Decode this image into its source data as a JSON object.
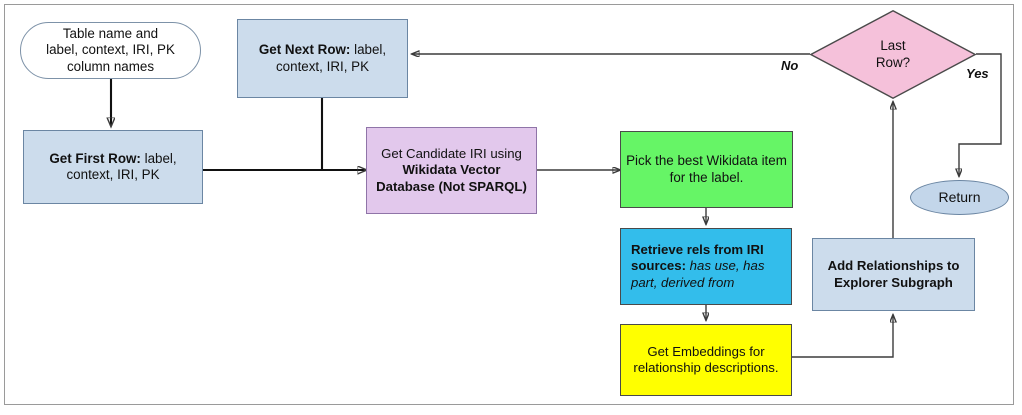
{
  "diagram": {
    "title": "Wikidata Row Processing Flowchart",
    "nodes": {
      "start": {
        "label": "Table name and label, context, IRI, PK column names",
        "line1": "Table name and",
        "line2": "label, context, IRI, PK",
        "line3": "column names",
        "shape": "rounded-rectangle",
        "fill": "#ffffff"
      },
      "get_next_row": {
        "bold_part": "Get Next Row:",
        "rest": " label, context, IRI, PK",
        "shape": "rectangle",
        "fill": "#ccdcec"
      },
      "get_first_row": {
        "bold_part": "Get First Row:",
        "rest": " label, context, IRI, PK",
        "shape": "rectangle",
        "fill": "#ccdcec"
      },
      "get_candidate_iri": {
        "part1": "Get Candidate IRI using ",
        "bold_part": "Wikidata Vector Database (Not SPARQL)",
        "shape": "rectangle",
        "fill": "#e2c8ec"
      },
      "pick_best_item": {
        "label": "Pick the best Wikidata item for the label.",
        "shape": "rectangle",
        "fill": "#66f566"
      },
      "retrieve_rels": {
        "bold_part": "Retrieve rels from IRI sources:",
        "italic_part": " has use, has part, derived from",
        "shape": "rectangle",
        "fill": "#33bdeb"
      },
      "get_embeddings": {
        "label": "Get Embeddings for relationship descriptions.",
        "shape": "rectangle",
        "fill": "#ffff00"
      },
      "add_relationships": {
        "line1": "Add Relationships to",
        "line2": "Explorer Subgraph",
        "shape": "rectangle",
        "fill": "#ccdcec"
      },
      "last_row_decision": {
        "line1": "Last",
        "line2": "Row?",
        "shape": "diamond",
        "fill": "#f5c1da"
      },
      "return_node": {
        "label": "Return",
        "shape": "ellipse",
        "fill": "#c3d6ea"
      }
    },
    "edge_labels": {
      "no": "No",
      "yes": "Yes"
    },
    "colors": {
      "light_blue": "#ccdcec",
      "purple": "#e2c8ec",
      "green": "#66f566",
      "cyan": "#33bdeb",
      "yellow": "#ffff00",
      "pink": "#f5c1da",
      "return_blue": "#c3d6ea",
      "connector": "#3b3b3b"
    }
  }
}
